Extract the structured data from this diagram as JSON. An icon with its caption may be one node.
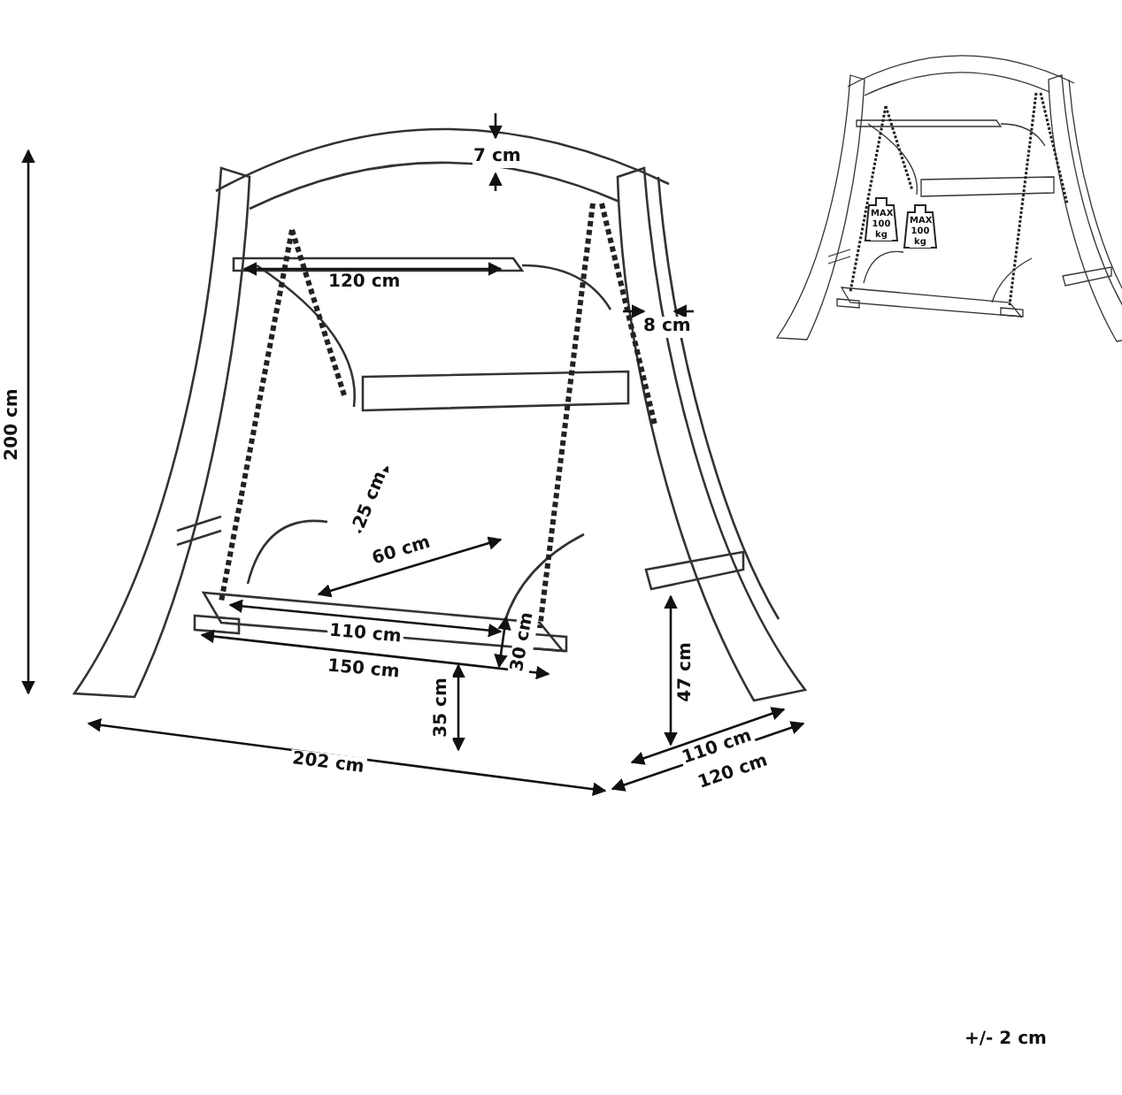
{
  "diagram": {
    "labels": [
      "7 cm",
      "120 cm",
      "8 cm",
      "200 cm",
      "25 cm",
      "60 cm",
      "110 cm",
      "150 cm",
      "30 cm",
      "35 cm",
      "47 cm",
      "202 cm",
      "110 cm",
      "120 cm",
      "MAX 100 kg",
      "MAX 100 kg",
      "+/- 2 cm"
    ]
  }
}
